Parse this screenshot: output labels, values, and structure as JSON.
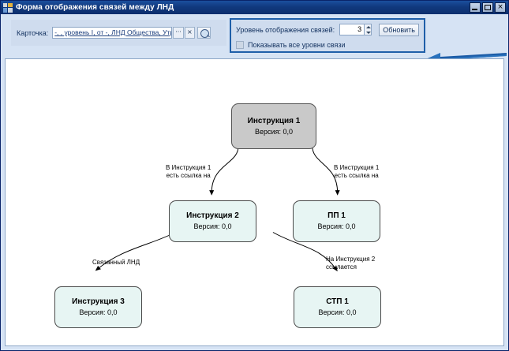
{
  "window": {
    "title": "Форма отображения связей между ЛНД",
    "icon": "form-window-icon",
    "buttons": {
      "minimize": "minimize-icon",
      "maximize": "maximize-icon",
      "close": "×"
    }
  },
  "toolbar": {
    "card_label": "Карточка:",
    "card_value": "-, , уровень I, от -, ЛНД Общества, Утрат",
    "card_placeholder": "",
    "ellipsis_button": "···",
    "clear_button": "×",
    "pick_button": "select-card-icon"
  },
  "level_panel": {
    "level_label": "Уровень отображения связей:",
    "level_value": "3",
    "spin_up": "spin-up-icon",
    "spin_down": "spin-down-icon",
    "refresh_label": "Обновить",
    "checkbox_checked": false,
    "checkbox_label": "Показывать все уровни связи",
    "highlight_color": "#1f5fa9"
  },
  "annotation": {
    "arrow": "callout-arrow-left",
    "color": "#1f5fa9"
  },
  "graph": {
    "nodes": [
      {
        "id": "root",
        "title": "Инструкция 1",
        "version": "Версия: 0,0",
        "fill": "#c9c9c9"
      },
      {
        "id": "instr2",
        "title": "Инструкция 2",
        "version": "Версия: 0,0",
        "fill": "#e7f5f3"
      },
      {
        "id": "pp1",
        "title": "ПП 1",
        "version": "Версия: 0,0",
        "fill": "#e7f5f3"
      },
      {
        "id": "instr3",
        "title": "Инструкция 3",
        "version": "Версия: 0,0",
        "fill": "#e7f5f3"
      },
      {
        "id": "stp1",
        "title": "СТП 1",
        "version": "Версия: 0,0",
        "fill": "#e7f5f3"
      }
    ],
    "edges": [
      {
        "from": "root",
        "to": "instr2",
        "line1": "В Инструкция 1",
        "line2": "есть ссылка на"
      },
      {
        "from": "root",
        "to": "pp1",
        "line1": "В Инструкция 1",
        "line2": "есть ссылка на"
      },
      {
        "from": "instr2",
        "to": "instr3",
        "line1": "Связанный ЛНД",
        "line2": ""
      },
      {
        "from": "instr2",
        "to": "stp1",
        "line1": "На Инструкция 2",
        "line2": "ссылается"
      }
    ]
  }
}
